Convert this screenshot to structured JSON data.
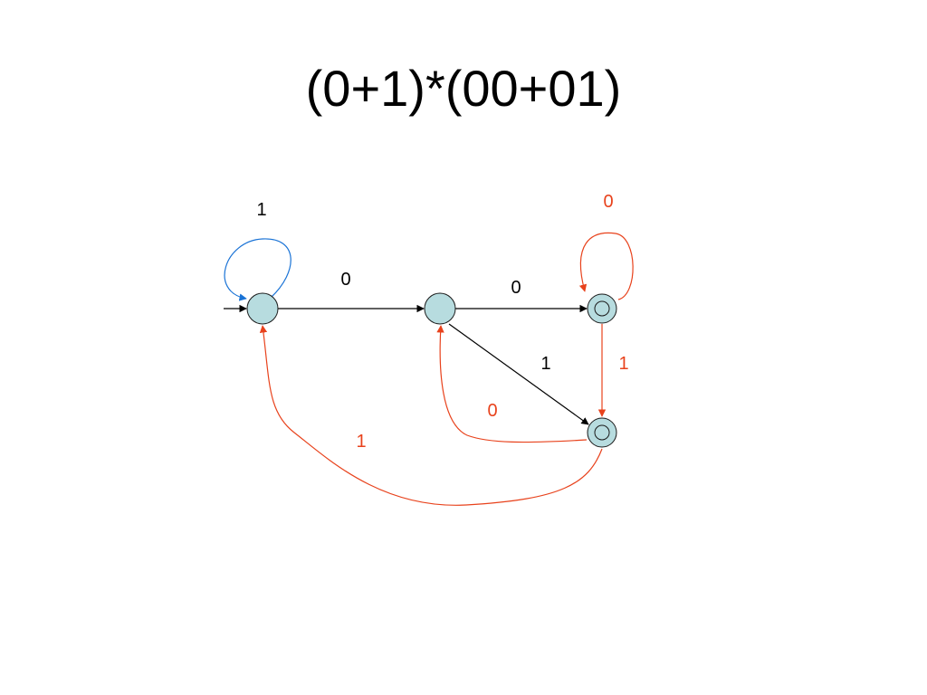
{
  "title": "(0+1)*(00+01)",
  "colors": {
    "node_fill": "#b7dcdf",
    "node_stroke": "#1a1a1a",
    "edge_black": "#000000",
    "edge_red": "#e8421c",
    "edge_blue": "#1a73d6",
    "label_black": "#000000",
    "label_red": "#e8421c"
  },
  "automaton": {
    "states": [
      {
        "id": "q0",
        "start": true,
        "accepting": false
      },
      {
        "id": "q1",
        "start": false,
        "accepting": false
      },
      {
        "id": "q2",
        "start": false,
        "accepting": true
      },
      {
        "id": "q3",
        "start": false,
        "accepting": true
      }
    ],
    "transitions": [
      {
        "id": "q0_loop",
        "from": "q0",
        "to": "q0",
        "label": "1",
        "color": "blue"
      },
      {
        "id": "q0_q1",
        "from": "q0",
        "to": "q1",
        "label": "0",
        "color": "black"
      },
      {
        "id": "q1_q2",
        "from": "q1",
        "to": "q2",
        "label": "0",
        "color": "black"
      },
      {
        "id": "q1_q3",
        "from": "q1",
        "to": "q3",
        "label": "1",
        "color": "black"
      },
      {
        "id": "q2_loop",
        "from": "q2",
        "to": "q2",
        "label": "0",
        "color": "red"
      },
      {
        "id": "q2_q3",
        "from": "q2",
        "to": "q3",
        "label": "1",
        "color": "red"
      },
      {
        "id": "q3_q1",
        "from": "q3",
        "to": "q1",
        "label": "0",
        "color": "red"
      },
      {
        "id": "q3_q0",
        "from": "q3",
        "to": "q0",
        "label": "1",
        "color": "red"
      }
    ]
  }
}
